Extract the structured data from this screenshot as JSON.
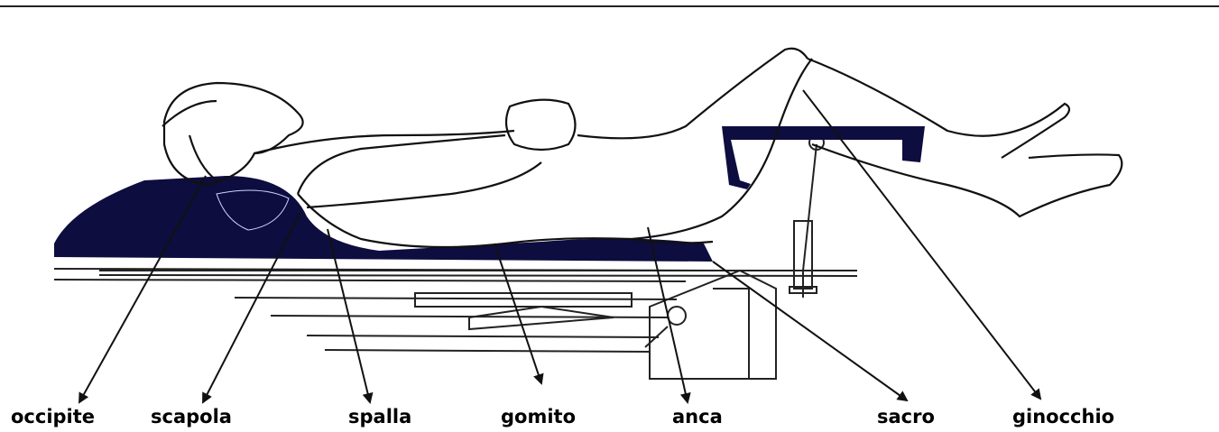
{
  "diagram": {
    "labels": {
      "occipite": "occipite",
      "scapola": "scapola",
      "spalla": "spalla",
      "gomito": "gomito",
      "anca": "anca",
      "sacro": "sacro",
      "ginocchio": "ginocchio"
    },
    "colors": {
      "padding": "#0d0d40",
      "line": "#111111",
      "background": "#ffffff"
    }
  }
}
